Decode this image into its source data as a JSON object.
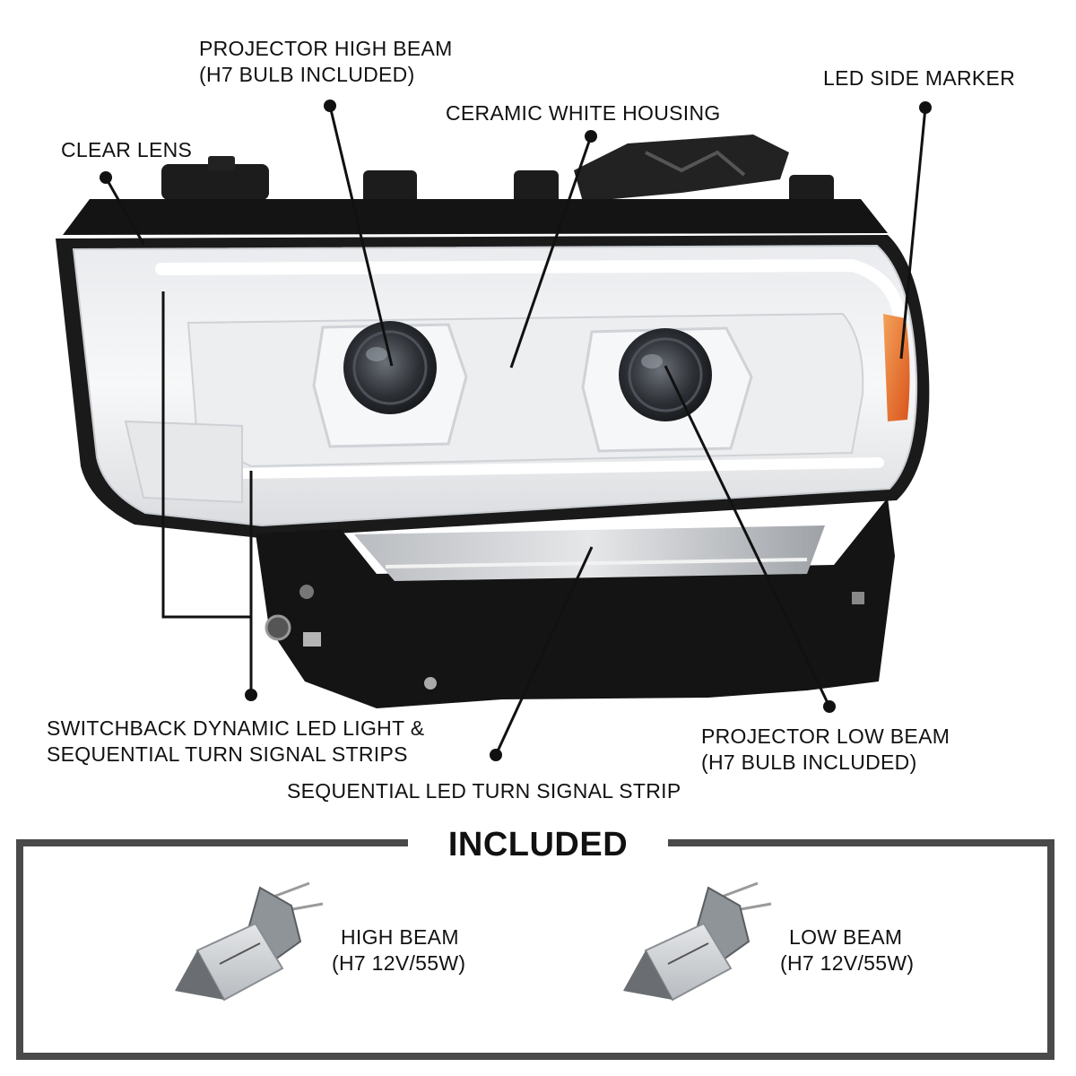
{
  "callouts": {
    "projector_high_beam": {
      "line1": "PROJECTOR HIGH BEAM",
      "line2": "(H7 BULB INCLUDED)"
    },
    "ceramic_white_housing": {
      "line1": "CERAMIC WHITE HOUSING"
    },
    "led_side_marker": {
      "line1": "LED SIDE MARKER"
    },
    "clear_lens": {
      "line1": "CLEAR LENS"
    },
    "switchback_led": {
      "line1": "SWITCHBACK DYNAMIC LED LIGHT &",
      "line2": "SEQUENTIAL TURN SIGNAL STRIPS"
    },
    "projector_low_beam": {
      "line1": "PROJECTOR LOW BEAM",
      "line2": "(H7 BULB INCLUDED)"
    },
    "sequential_turn_strip": {
      "line1": "SEQUENTIAL LED TURN SIGNAL STRIP"
    }
  },
  "included": {
    "title": "INCLUDED",
    "items": [
      {
        "name": "HIGH BEAM",
        "spec": "(H7 12V/55W)",
        "icon": "h7-bulb-icon"
      },
      {
        "name": "LOW BEAM",
        "spec": "(H7 12V/55W)",
        "icon": "h7-bulb-icon"
      }
    ]
  },
  "colors": {
    "housing_white": "#f2f3f4",
    "housing_black": "#161616",
    "marker_amber": "#e8641c",
    "frame_gray": "#4a4a4a"
  }
}
